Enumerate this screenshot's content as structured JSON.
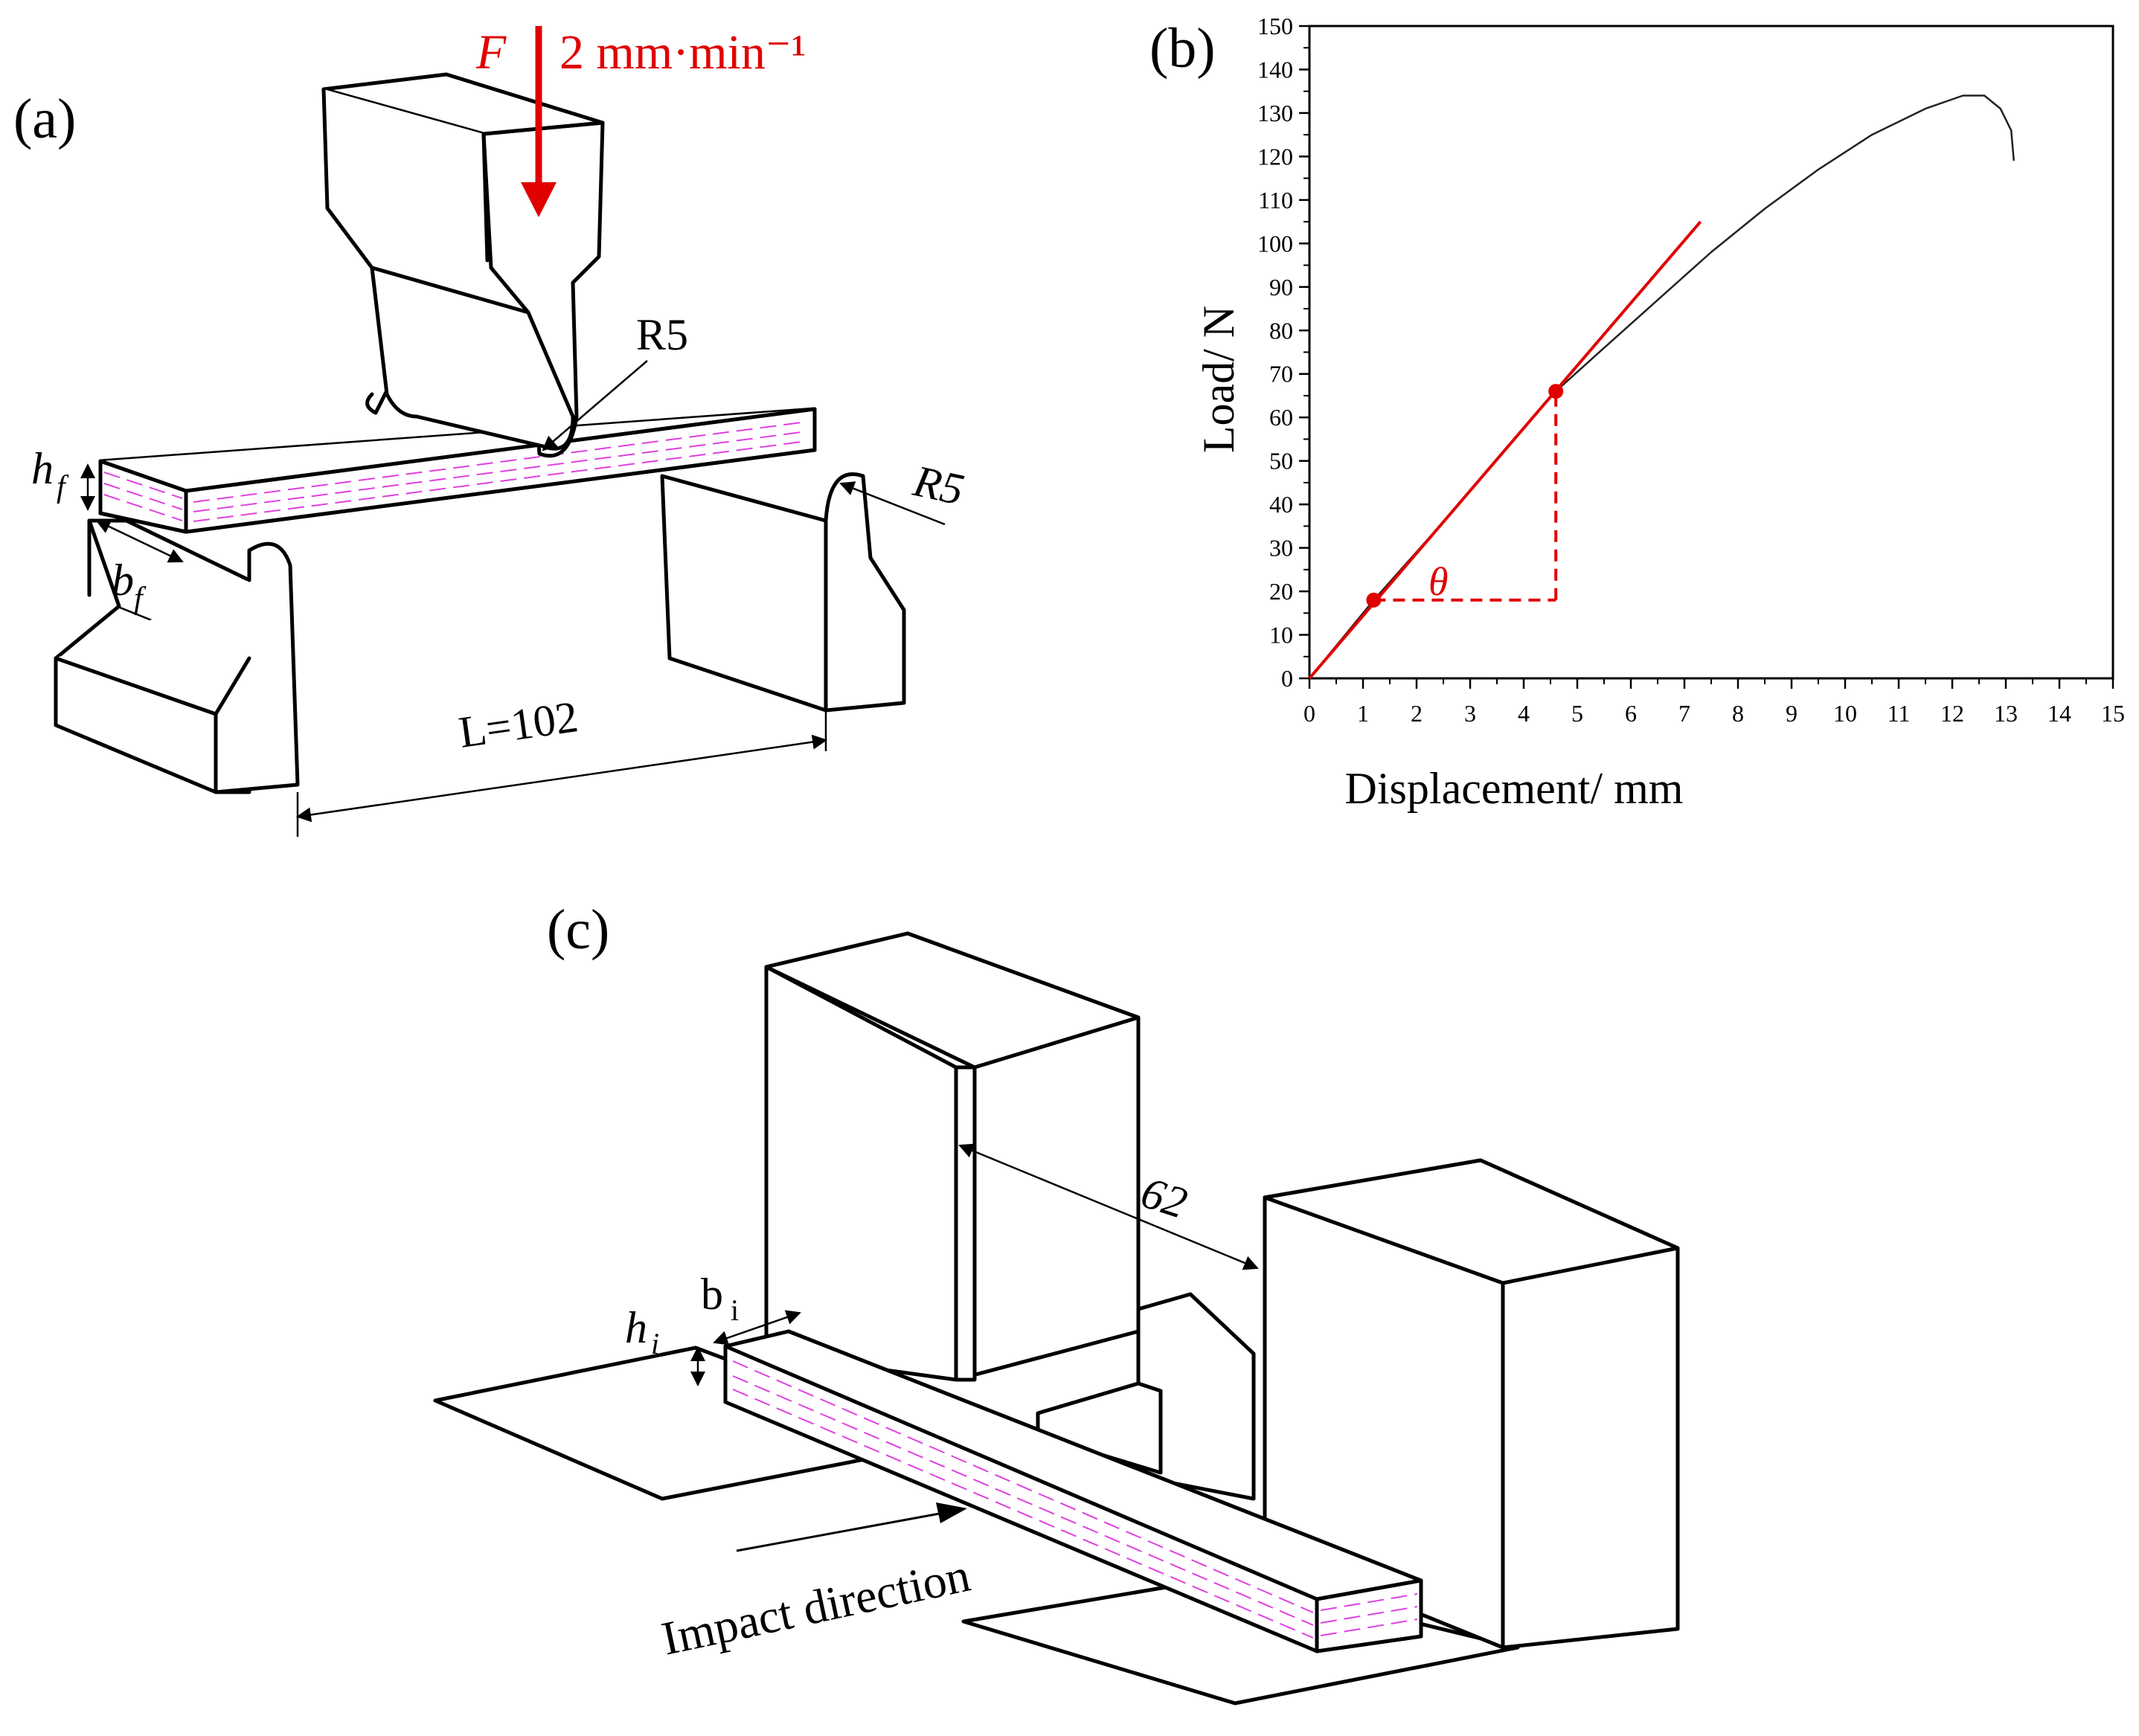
{
  "panel_a": {
    "label": "(a)",
    "force_symbol": "F",
    "rate": "2 mm·min⁻¹",
    "radius_top": "R5",
    "radius_support": "R5",
    "height_symbol": "h",
    "height_sub": "f",
    "width_symbol": "b",
    "width_sub": "f",
    "span": "L=102",
    "accent_color": "#e00000"
  },
  "panel_b": {
    "label": "(b)",
    "angle_symbol": "θ",
    "accent_color": "#e00000"
  },
  "panel_c": {
    "label": "(c)",
    "gap": "62",
    "height_symbol": "h",
    "height_sub": "i",
    "width_symbol": "b",
    "width_sub": "i",
    "impact_label": "Impact direction",
    "laminate_color": "#e040e0"
  },
  "chart_data": {
    "type": "line",
    "title": "",
    "xlabel": "Displacement/ mm",
    "ylabel": "Load/ N",
    "xlim": [
      0,
      15
    ],
    "ylim": [
      0,
      150
    ],
    "x_ticks": [
      0,
      1,
      2,
      3,
      4,
      5,
      6,
      7,
      8,
      9,
      10,
      11,
      12,
      13,
      14,
      15
    ],
    "y_ticks": [
      0,
      10,
      20,
      30,
      40,
      50,
      60,
      70,
      80,
      90,
      100,
      110,
      120,
      130,
      140,
      150
    ],
    "grid": false,
    "legend": "none",
    "series": [
      {
        "color": "#222222",
        "x": [
          0,
          1.2,
          2.5,
          4.6,
          5.5,
          6.5,
          7.5,
          8.5,
          9.5,
          10.5,
          11.5,
          12.2,
          12.6,
          12.9,
          13.1,
          13.15
        ],
        "y": [
          0,
          18,
          36,
          66,
          76,
          87,
          98,
          108,
          117,
          125,
          131,
          134,
          134,
          131,
          126,
          119
        ]
      },
      {
        "color": "#e00000",
        "x": [
          0,
          7.3
        ],
        "y": [
          0,
          105
        ]
      }
    ],
    "markers": [
      {
        "x": 1.2,
        "y": 18,
        "color": "#e00000"
      },
      {
        "x": 4.6,
        "y": 66,
        "color": "#e00000"
      }
    ],
    "annotations": [
      {
        "type": "dashed-horizontal",
        "x": [
          1.2,
          4.6
        ],
        "y": 18,
        "color": "#e00000"
      },
      {
        "type": "dashed-vertical",
        "x": 4.6,
        "y": [
          18,
          66
        ],
        "color": "#e00000"
      }
    ]
  }
}
